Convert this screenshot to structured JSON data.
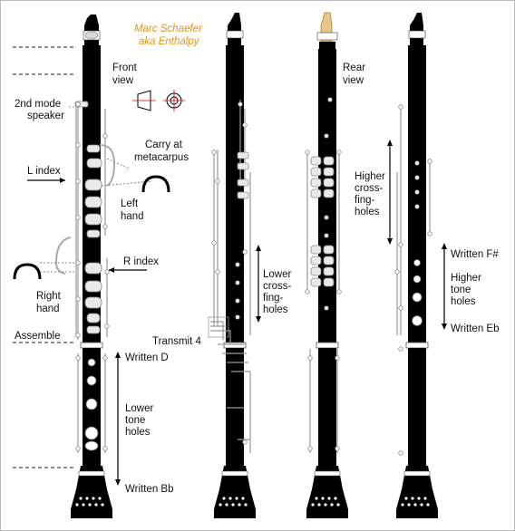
{
  "author": {
    "line1": "Marc Schaefer",
    "line2": "aka Enthalpy"
  },
  "labels": {
    "front_view_1": "Front",
    "front_view_2": "view",
    "rear_view_1": "Rear",
    "rear_view_2": "view",
    "speaker_1": "2nd mode",
    "speaker_2": "speaker",
    "carry_1": "Carry at",
    "carry_2": "metacarpus",
    "l_index": "L index",
    "left_hand_1": "Left",
    "left_hand_2": "hand",
    "r_index": "R index",
    "right_hand_1": "Right",
    "right_hand_2": "hand",
    "assemble": "Assemble",
    "transmit": "Transmit 4",
    "written_d": "Written D",
    "lower_tone_1": "Lower",
    "lower_tone_2": "tone",
    "lower_tone_3": "holes",
    "written_bb": "Written Bb",
    "lower_cross_1": "Lower",
    "lower_cross_2": "cross-",
    "lower_cross_3": "fing-",
    "lower_cross_4": "holes",
    "higher_cross_1": "Higher",
    "higher_cross_2": "cross-",
    "higher_cross_3": "fing-",
    "higher_cross_4": "holes",
    "written_fsharp": "Written F#",
    "higher_tone_1": "Higher",
    "higher_tone_2": "tone",
    "higher_tone_3": "holes",
    "written_eb": "Written Eb"
  },
  "colors": {
    "body": "#000000",
    "keys": "#9a9a9a",
    "author": "#e8930c",
    "reed": "#e8c88a"
  }
}
